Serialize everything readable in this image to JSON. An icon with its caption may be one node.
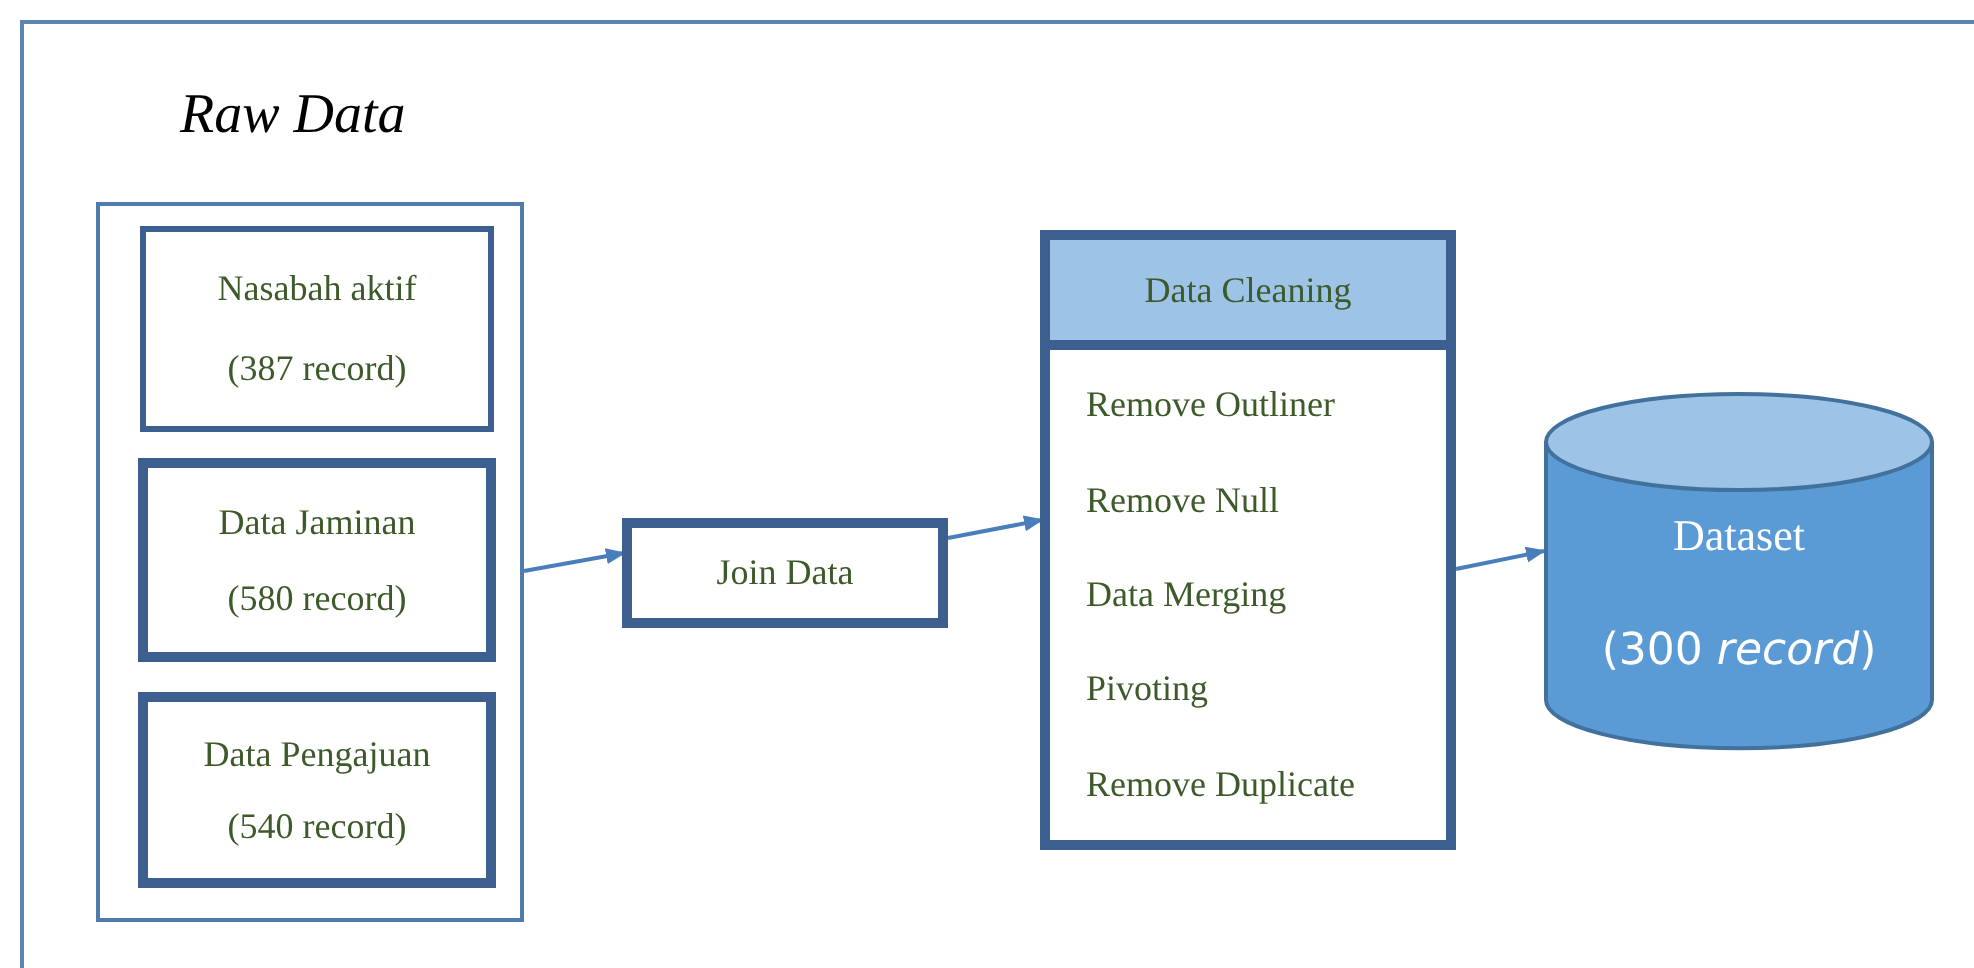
{
  "diagram": {
    "nodes": [
      {
        "text": [
          "Raw Data"
        ]
      },
      {
        "text": [
          "Nasabah aktif",
          "(387 record)"
        ],
        "in": 0
      },
      {
        "text": [
          "Data Jaminan",
          "(580 record)"
        ],
        "in": 0
      },
      {
        "text": [
          "Data Pengajuan",
          "(540 record)"
        ],
        "in": 0
      },
      {
        "text": [
          "Join Data"
        ]
      },
      {
        "text": [
          "Data Cleaning",
          "Remove Outliner",
          "Remove Null",
          "Data Merging",
          "Pivoting",
          "Remove Duplicate"
        ]
      },
      {
        "text": [
          "Dataset",
          "(300 *record*)"
        ]
      }
    ],
    "edges": [
      {
        "from": 0,
        "to": 4,
        "arrow": "to"
      },
      {
        "from": 4,
        "to": 5,
        "arrow": "to"
      },
      {
        "from": 5,
        "to": 6,
        "arrow": "to"
      }
    ]
  }
}
